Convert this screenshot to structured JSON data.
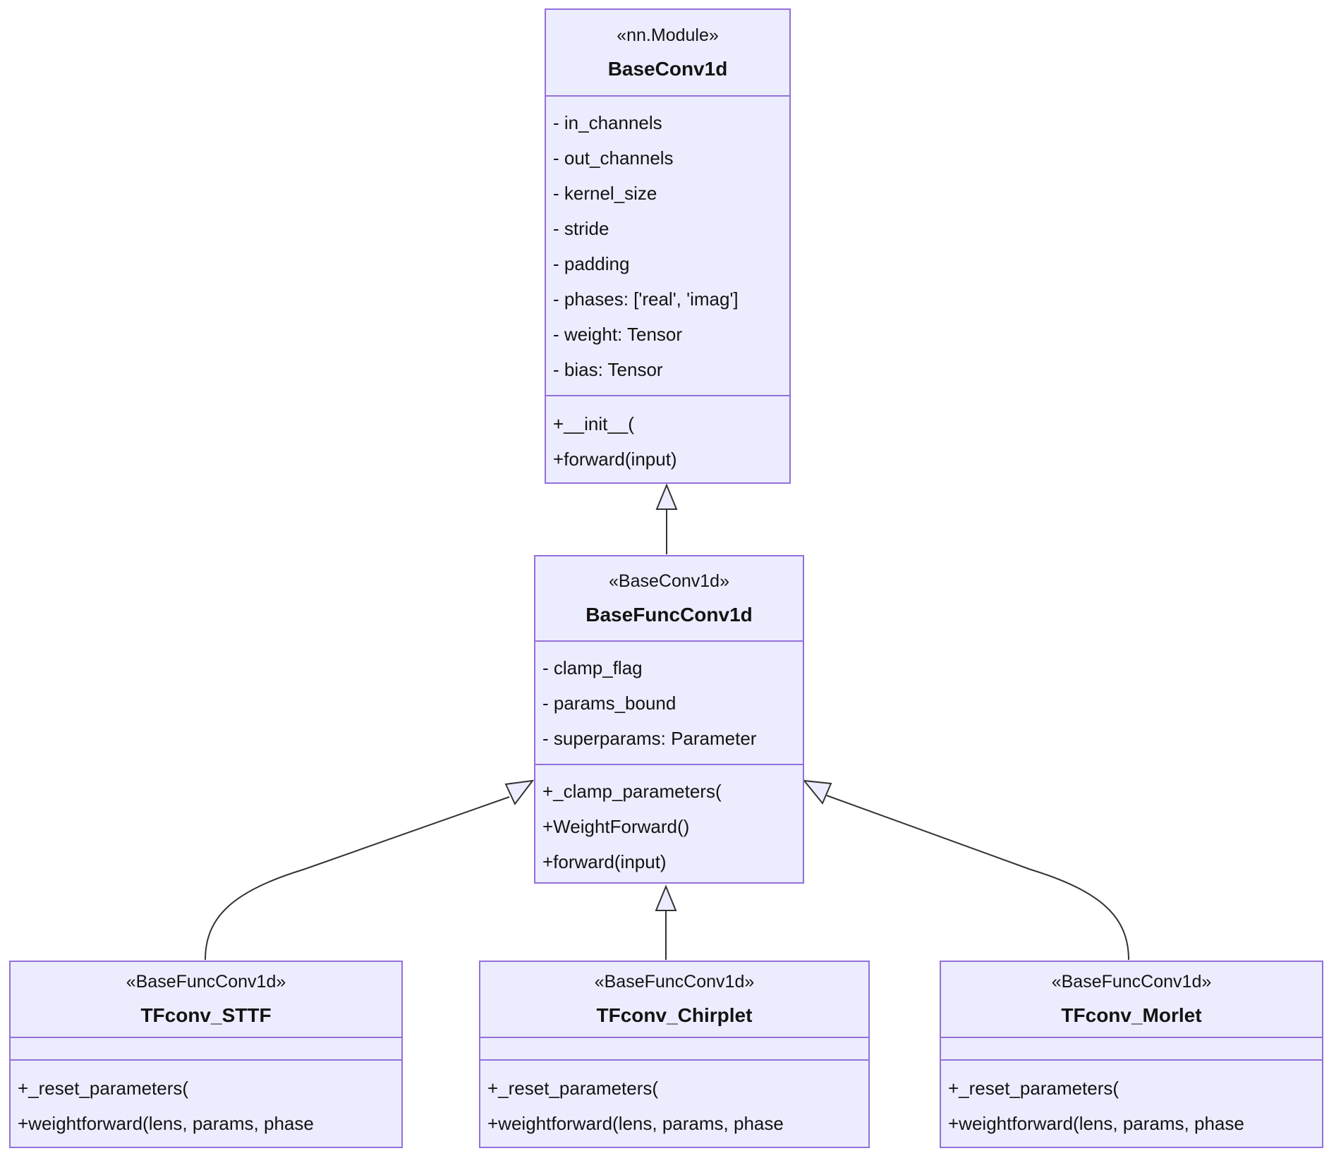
{
  "diagram": {
    "type": "uml-class-diagram",
    "colors": {
      "box_fill": "#ECECFF",
      "box_border": "#9370DB",
      "edge_line": "#333333",
      "text": "#131313",
      "background": "#ffffff"
    },
    "classes": [
      {
        "id": "BaseConv1d",
        "stereotype": "«nn.Module»",
        "name": "BaseConv1d",
        "attributes": [
          "- in_channels",
          "- out_channels",
          "- kernel_size",
          "- stride",
          "- padding",
          "- phases: ['real', 'imag']",
          "- weight: Tensor",
          "- bias: Tensor"
        ],
        "methods": [
          "+__init__(",
          "+forward(input)"
        ]
      },
      {
        "id": "BaseFuncConv1d",
        "stereotype": "«BaseConv1d»",
        "name": "BaseFuncConv1d",
        "attributes": [
          "- clamp_flag",
          "- params_bound",
          "- superparams: Parameter"
        ],
        "methods": [
          "+_clamp_parameters(",
          "+WeightForward()",
          "+forward(input)"
        ]
      },
      {
        "id": "TFconv_STTF",
        "stereotype": "«BaseFuncConv1d»",
        "name": "TFconv_STTF",
        "attributes": [],
        "methods": [
          "+_reset_parameters(",
          "+weightforward(lens, params, phase"
        ]
      },
      {
        "id": "TFconv_Chirplet",
        "stereotype": "«BaseFuncConv1d»",
        "name": "TFconv_Chirplet",
        "attributes": [],
        "methods": [
          "+_reset_parameters(",
          "+weightforward(lens, params, phase"
        ]
      },
      {
        "id": "TFconv_Morlet",
        "stereotype": "«BaseFuncConv1d»",
        "name": "TFconv_Morlet",
        "attributes": [],
        "methods": [
          "+_reset_parameters(",
          "+weightforward(lens, params, phase"
        ]
      }
    ],
    "relations": [
      {
        "from": "BaseFuncConv1d",
        "to": "BaseConv1d",
        "type": "inheritance"
      },
      {
        "from": "TFconv_STTF",
        "to": "BaseFuncConv1d",
        "type": "inheritance"
      },
      {
        "from": "TFconv_Chirplet",
        "to": "BaseFuncConv1d",
        "type": "inheritance"
      },
      {
        "from": "TFconv_Morlet",
        "to": "BaseFuncConv1d",
        "type": "inheritance"
      }
    ]
  }
}
